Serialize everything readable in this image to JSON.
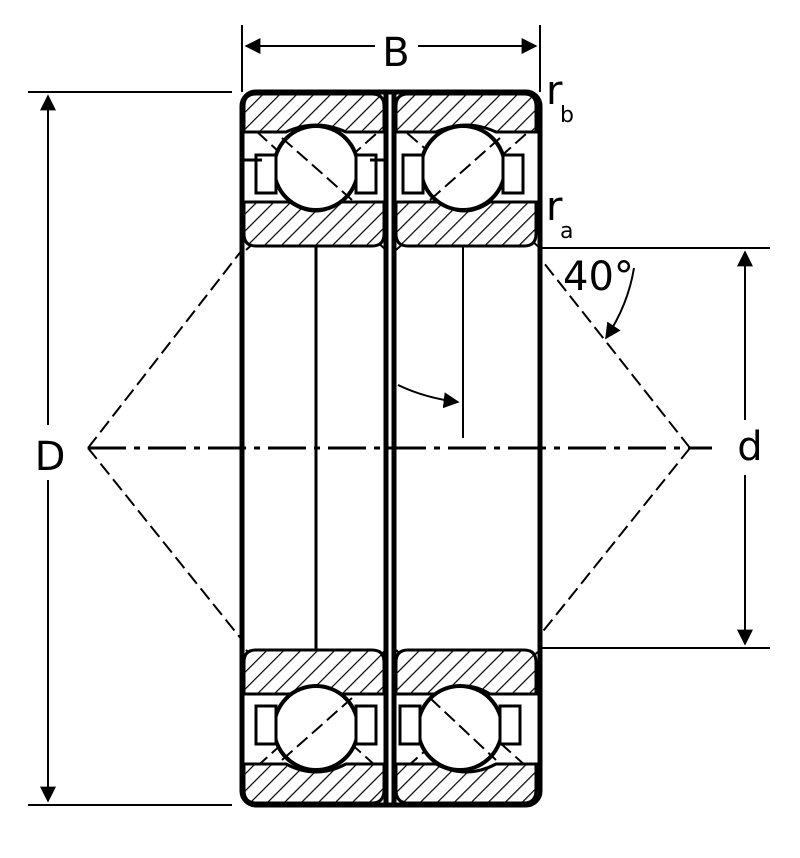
{
  "labels": {
    "width": "B",
    "outer_diameter": "D",
    "bore_diameter": "d",
    "corner_radius_outer": "r",
    "corner_radius_outer_sub": "b",
    "corner_radius_inner": "r",
    "corner_radius_inner_sub": "a",
    "contact_angle": "40°"
  }
}
